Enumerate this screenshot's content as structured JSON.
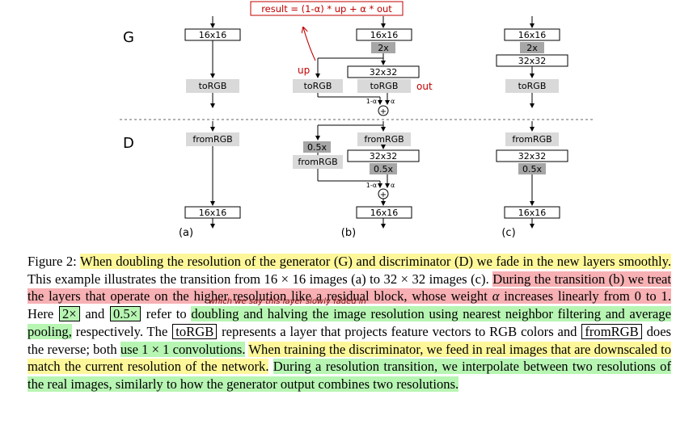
{
  "figure": {
    "formula": "result = (1-α) * up +  α * out",
    "row_labels": {
      "generator": "G",
      "discriminator": "D"
    },
    "panels": {
      "a": {
        "label": "(a)",
        "g_top": "16x16",
        "g_torgb": "toRGB",
        "d_fromrgb": "fromRGB",
        "d_bottom": "16x16"
      },
      "b": {
        "label": "(b)",
        "g_top": "16x16",
        "g_up2x": "2x",
        "g_32": "32x32",
        "g_torgb_up": "toRGB",
        "g_torgb_out": "toRGB",
        "up_note": "up",
        "out_note": "out",
        "alpha_left": "1-α",
        "alpha_right": "α",
        "plus": "+",
        "d_down_small": "0.5x",
        "d_fromrgb_small": "fromRGB",
        "d_fromrgb": "fromRGB",
        "d_32": "32x32",
        "d_down": "0.5x",
        "d_alpha_left": "1-α",
        "d_alpha_right": "α",
        "d_plus": "+",
        "d_bottom": "16x16"
      },
      "c": {
        "label": "(c)",
        "g_top": "16x16",
        "g_up2x": "2x",
        "g_32": "32x32",
        "g_torgb": "toRGB",
        "d_fromrgb": "fromRGB",
        "d_32": "32x32",
        "d_down": "0.5x",
        "d_bottom": "16x16"
      }
    },
    "colors": {
      "box_dark": "#a6a6a6",
      "box_light": "#d9d9d9",
      "annotation_red": "#c00000"
    }
  },
  "caption": {
    "lead": "Figure 2:",
    "s1": "When doubling the resolution of the generator (G) and discriminator (D) we fade in the new layers smoothly.",
    "s2a": "This example illustrates the transition from 16 × 16 images (a) to 32 × 32 images (c).",
    "s3a": "During the transition (b) we treat the layers that operate on the higher resolution like a residual block, whose weight",
    "s3_alpha": "α",
    "s3b": "increases linearly from 0 to 1.",
    "s4a": "Here",
    "box_2x": "2×",
    "s4_and": "and",
    "box_05x": "0.5×",
    "s4b": "refer to",
    "s4_hl": "doubling and halving the image resolution using nearest neighbor filtering and average pooling,",
    "s4c": "respectively.",
    "s5a": "The",
    "box_torgb": "toRGB",
    "s5b": "represents a layer that projects feature vectors to RGB colors and",
    "box_fromrgb": "fromRGB",
    "s5c": "does the reverse; both",
    "s5_hl": "use 1 × 1 convolutions.",
    "s6": "When training the discriminator, we feed in real images that are downscaled to match the current resolution of the network.",
    "s7": "During a resolution transition, we interpolate between two resolutions of the real images, similarly to how the generator output combines two resolutions.",
    "handwritten_note": "which we say this layer slowly faded in"
  }
}
